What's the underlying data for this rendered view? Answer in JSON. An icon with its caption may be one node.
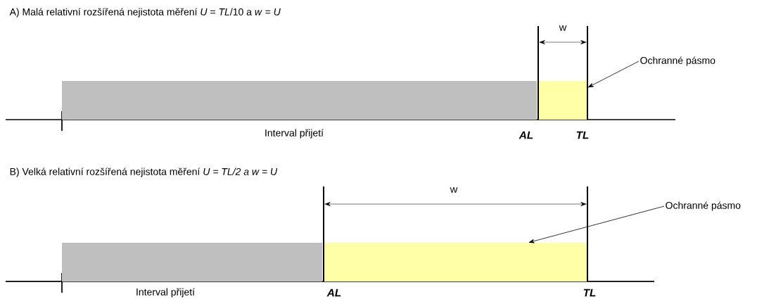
{
  "diagram": {
    "nodes": [
      {
        "text": [],
        "shape": "bar"
      },
      {
        "text": [],
        "shape": "bar"
      },
      {
        "text": [
          "Ochranné pásmo"
        ]
      },
      {
        "text": [],
        "shape": "bar"
      },
      {
        "text": [],
        "shape": "bar"
      },
      {
        "text": [
          "Ochranné pásmo"
        ]
      }
    ],
    "edges": [
      {
        "from": 2,
        "to": 1,
        "arrow": "to"
      },
      {
        "from": 5,
        "to": 4,
        "arrow": "to"
      }
    ],
    "labels": [
      "A) Malá relativní rozšířená nejistota měření *U* = *TL*/10 a *w* = *U*",
      "w",
      "Interval přijetí",
      "AL",
      "TL",
      "B) Velká relativní rozšířená nejistota měření *U = TL/2 a w = U*",
      "w",
      "Interval přijetí",
      "AL",
      "TL"
    ]
  }
}
